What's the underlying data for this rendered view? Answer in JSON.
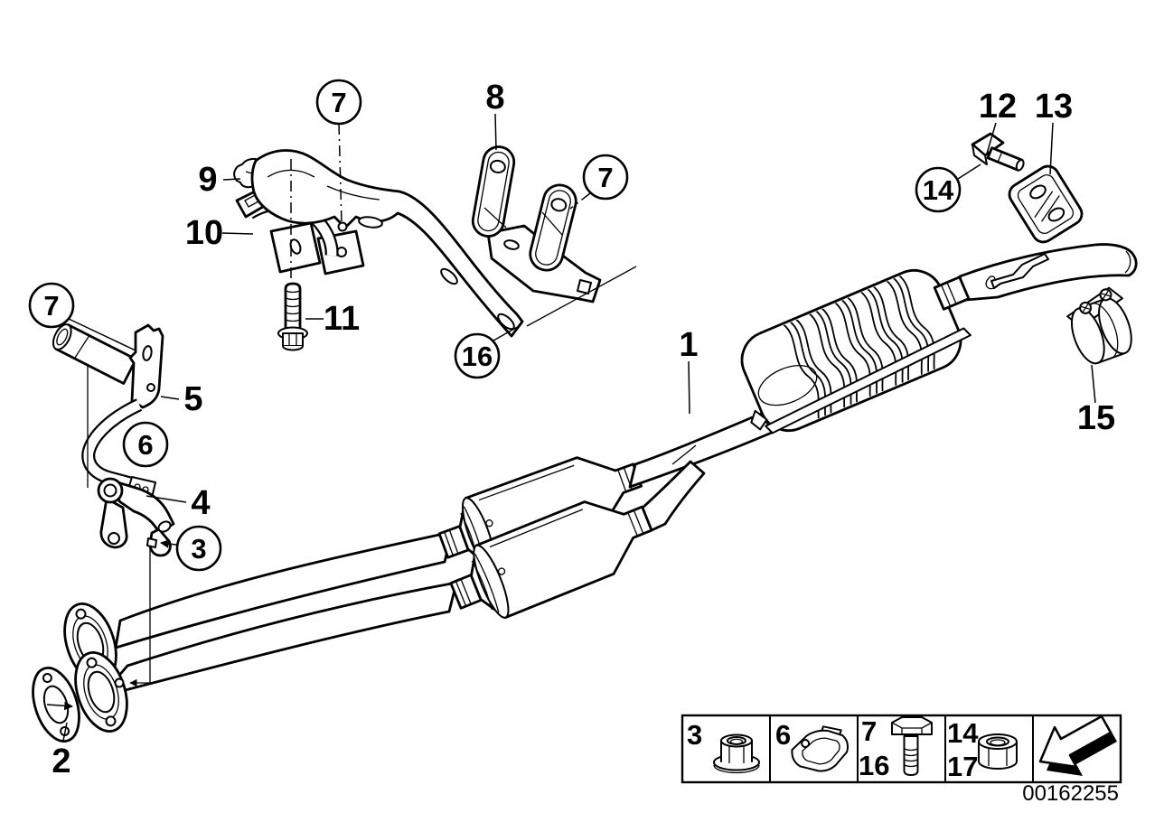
{
  "diagram": {
    "document_number": "00162255",
    "colors": {
      "line": "#000000",
      "background": "#ffffff"
    },
    "callouts_plain": [
      {
        "text": "1"
      },
      {
        "text": "2"
      },
      {
        "text": "4"
      },
      {
        "text": "5"
      },
      {
        "text": "8"
      },
      {
        "text": "9"
      },
      {
        "text": "10"
      },
      {
        "text": "11"
      },
      {
        "text": "12"
      },
      {
        "text": "13"
      },
      {
        "text": "15"
      }
    ],
    "callouts_circled": [
      {
        "text": "7"
      },
      {
        "text": "7"
      },
      {
        "text": "7"
      },
      {
        "text": "16"
      },
      {
        "text": "6"
      },
      {
        "text": "3"
      },
      {
        "text": "14"
      }
    ],
    "legend": {
      "cells": [
        {
          "ref": "3",
          "icon": "flange-nut-icon"
        },
        {
          "ref": "6",
          "icon": "clamp-icon"
        },
        {
          "ref": "7",
          "ref_secondary": "16",
          "icon": "hex-bolt-icon"
        },
        {
          "ref": "14",
          "ref_secondary": "17",
          "icon": "hex-nut-icon"
        },
        {
          "icon": "direction-arrow-icon"
        }
      ]
    }
  }
}
